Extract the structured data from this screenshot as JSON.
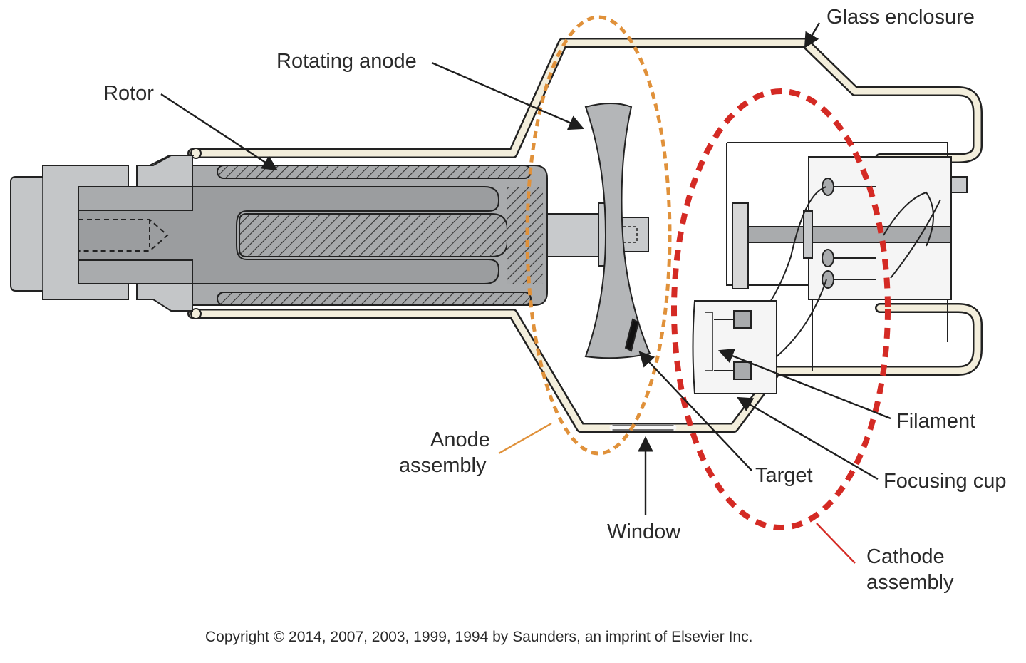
{
  "diagram": {
    "labels": {
      "glass_enclosure": "Glass enclosure",
      "rotating_anode": "Rotating anode",
      "rotor": "Rotor",
      "filament": "Filament",
      "anode_assembly_line1": "Anode",
      "anode_assembly_line2": "assembly",
      "target": "Target",
      "focusing_cup": "Focusing cup",
      "window": "Window",
      "cathode_assembly_line1": "Cathode",
      "cathode_assembly_line2": "assembly"
    },
    "copyright": "Copyright © 2014, 2007, 2003, 1999, 1994 by Saunders, an imprint of Elsevier Inc.",
    "colors": {
      "anode_outline": "#e0913a",
      "cathode_outline": "#d42a24",
      "metal_fill": "#b4b6b8",
      "glass_fill": "#f3eedc",
      "line": "#1e1e1e"
    }
  }
}
